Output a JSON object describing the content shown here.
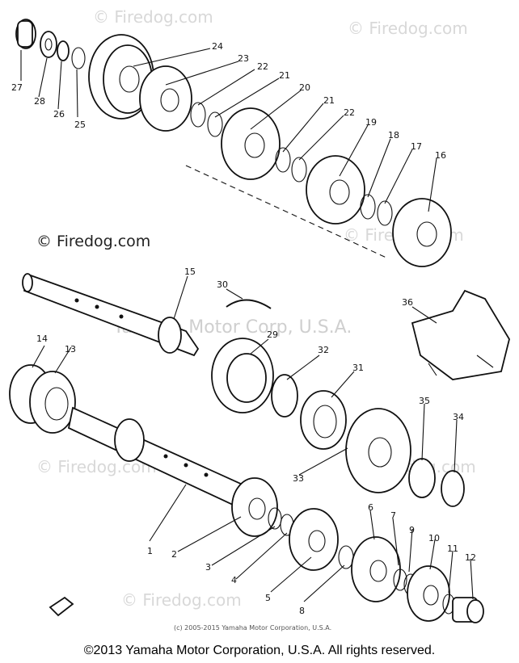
{
  "watermarks": {
    "site": "© Firedog.com",
    "site_alt": "© Firedog.com",
    "maker": "Yamaha Motor Corp, U.S.A."
  },
  "small_copyright": "(c) 2005-2015 Yamaha Motor Corporation, U.S.A.",
  "footer_copyright": "©2013 Yamaha Motor Corporation, U.S.A. All rights reserved.",
  "part_labels": [
    "1",
    "2",
    "3",
    "4",
    "5",
    "6",
    "7",
    "8",
    "9",
    "10",
    "11",
    "12",
    "13",
    "14",
    "15",
    "16",
    "17",
    "18",
    "19",
    "20",
    "21",
    "21",
    "22",
    "22",
    "23",
    "24",
    "25",
    "26",
    "27",
    "28",
    "29",
    "30",
    "31",
    "32",
    "33",
    "34",
    "35",
    "36"
  ]
}
